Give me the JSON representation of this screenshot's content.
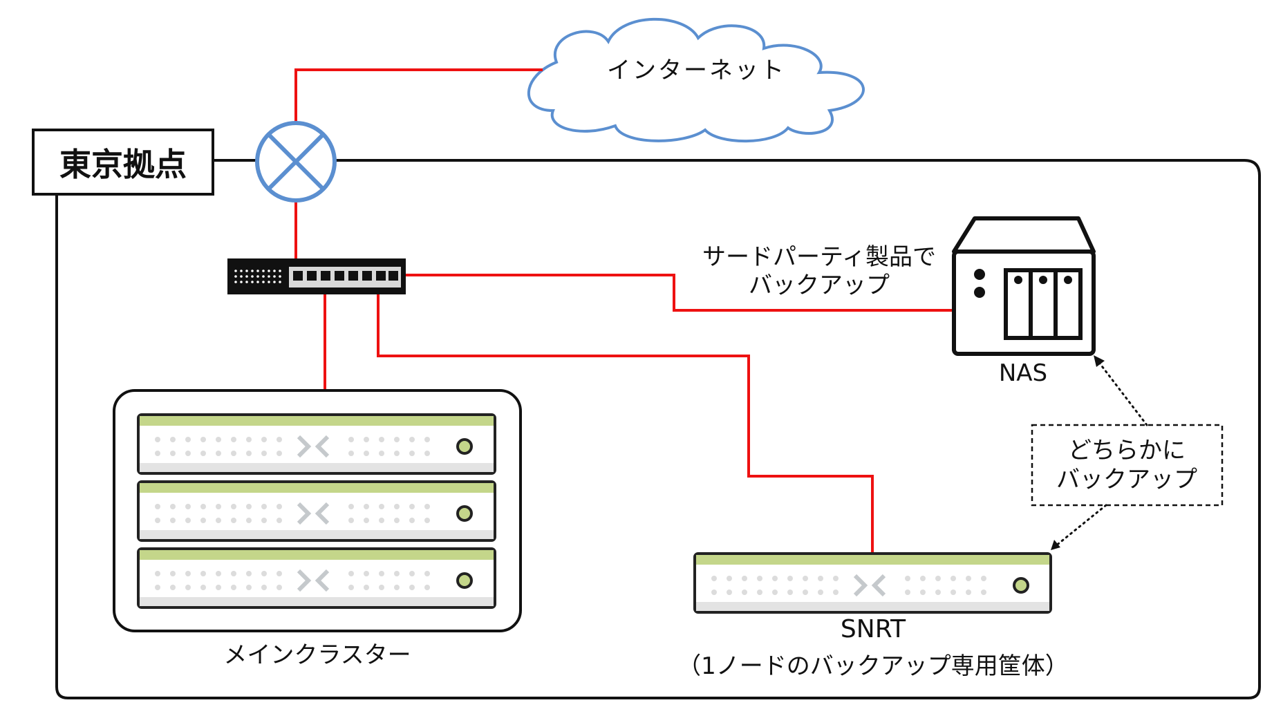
{
  "site": {
    "name": "東京拠点"
  },
  "internet": {
    "label": "インターネット"
  },
  "backup_note": {
    "line1": "サードパーティ製品で",
    "line2": "バックアップ"
  },
  "nas": {
    "label": "NAS"
  },
  "either_note": {
    "line1": "どちらかに",
    "line2": "バックアップ"
  },
  "main_cluster": {
    "label": "メインクラスター"
  },
  "snrt": {
    "label": "SNRT",
    "sublabel": "（1ノードのバックアップ専用筐体）"
  },
  "colors": {
    "link_red": "#ee1111",
    "cloud_blue": "#5b8fd0",
    "server_green": "#c4d68a",
    "outline": "#111111"
  }
}
